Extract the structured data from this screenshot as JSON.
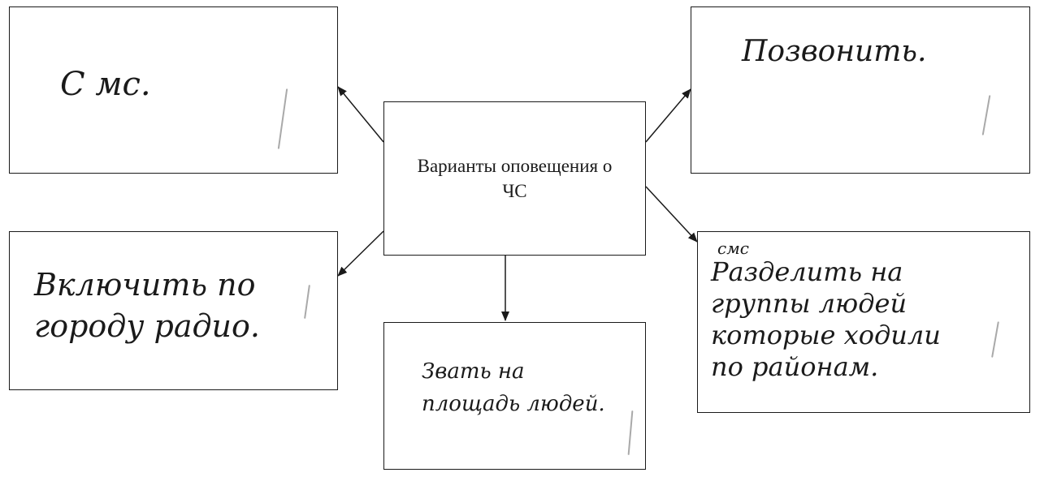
{
  "center": {
    "text": "Варианты оповещения о ЧС"
  },
  "answers": {
    "top_left": "С мс.",
    "top_right": "Позвонить.",
    "middle_left": "Включить по\nгороду радио.",
    "bottom_center": "Звать на\nплощадь людей.",
    "middle_right_note": "смс",
    "middle_right": "Разделить на\nгруппы людей\nкоторые ходили\nпо районам."
  },
  "colors": {
    "line": "#1a1a1a",
    "pencil_mark": "#a9a9a9"
  }
}
